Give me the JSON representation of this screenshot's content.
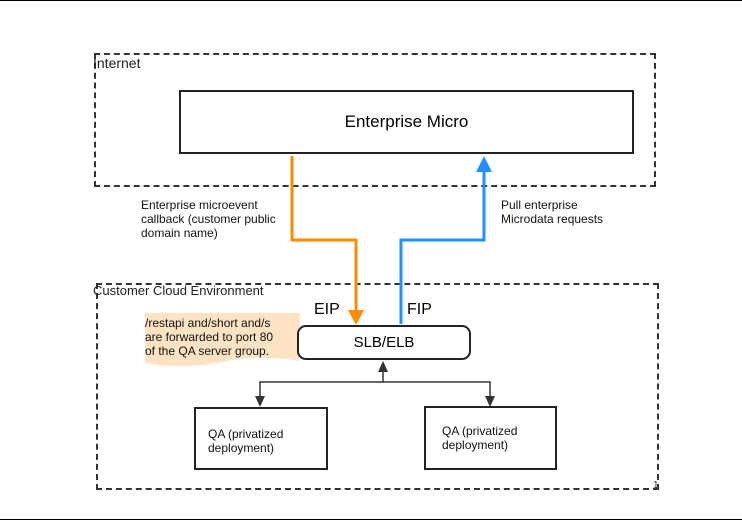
{
  "zones": {
    "internet_label": "Internet",
    "cloud_label": "Customer Cloud Environment"
  },
  "boxes": {
    "enterprise_micro": "Enterprise Micro",
    "slb": "SLB/ELB",
    "qa_left_line1": "QA (privatized",
    "qa_left_line2": "deployment)",
    "qa_right_line1": "QA (privatized",
    "qa_right_line2": "deployment)"
  },
  "labels": {
    "callback_line1": "Enterprise microevent",
    "callback_line2": "callback (customer public",
    "callback_line3": "domain name)",
    "pull_line1": "Pull enterprise",
    "pull_line2": "Microdata requests",
    "eip": "EIP",
    "fip": "FIP",
    "forward_line1": "/restapi and/short and/s",
    "forward_line2": "are forwarded to port 80",
    "forward_line3": "of the QA server group.",
    "page_number": "1"
  },
  "colors": {
    "orange_arrow": "#ff8c00",
    "blue_arrow": "#1e90ff",
    "note_fill": "#fde3c4",
    "dark_arrow": "#333333"
  }
}
